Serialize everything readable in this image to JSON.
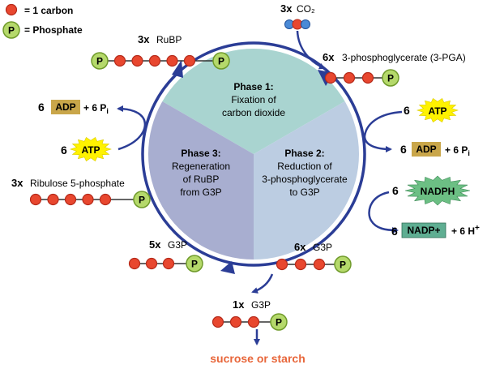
{
  "legend": {
    "carbon_label": "= 1 carbon",
    "phosphate_symbol": "P",
    "phosphate_label": "= Phosphate"
  },
  "molecules": {
    "co2": {
      "count": "3x",
      "name": "CO₂"
    },
    "rubp": {
      "count": "3x",
      "name": "RuBP"
    },
    "pga": {
      "count": "6x",
      "name": "3-phosphoglycerate (3-PGA)"
    },
    "ribulose": {
      "count": "3x",
      "name": "Ribulose 5-phosphate"
    },
    "g3p_5": {
      "count": "5x",
      "name": "G3P"
    },
    "g3p_6": {
      "count": "6x",
      "name": "G3P"
    },
    "g3p_1": {
      "count": "1x",
      "name": "G3P"
    },
    "phosphate_symbol": "P"
  },
  "phases": {
    "phase1": {
      "title": "Phase 1:",
      "line1": "Fixation of",
      "line2": "carbon dioxide"
    },
    "phase2": {
      "title": "Phase 2:",
      "line1": "Reduction of",
      "line2": "3-phosphoglycerate",
      "line3": "to G3P"
    },
    "phase3": {
      "title": "Phase 3:",
      "line1": "Regeneration",
      "line2": "of RuBP",
      "line3": "from G3P"
    }
  },
  "cofactors": {
    "atp_in_p2": {
      "count": "6",
      "label": "ATP"
    },
    "adp_out_p2": {
      "count": "6",
      "label": "ADP",
      "extra": "+ 6 P",
      "sub": "i"
    },
    "nadph_in": {
      "count": "6",
      "label": "NADPH"
    },
    "nadp_out": {
      "count": "6",
      "label": "NADP+",
      "extra": "+ 6 H",
      "sup": "+"
    },
    "atp_in_p3": {
      "count": "6",
      "label": "ATP"
    },
    "adp_out_p3": {
      "count": "6",
      "label": "ADP",
      "extra": "+ 6 P",
      "sub": "i"
    }
  },
  "output": {
    "label": "sucrose or starch"
  },
  "colors": {
    "carbon": "#e8472f",
    "phosphate": "#b5d96b",
    "phase1": "#a9d4d0",
    "phase2": "#bccde2",
    "phase3": "#a8aed0",
    "arrow": "#2b3d96",
    "atp_star": "#fff200",
    "adp_box": "#c9a64a",
    "nadph_star": "#6cbf84",
    "nadp_box": "#5fae92",
    "output_text": "#e8663a"
  }
}
